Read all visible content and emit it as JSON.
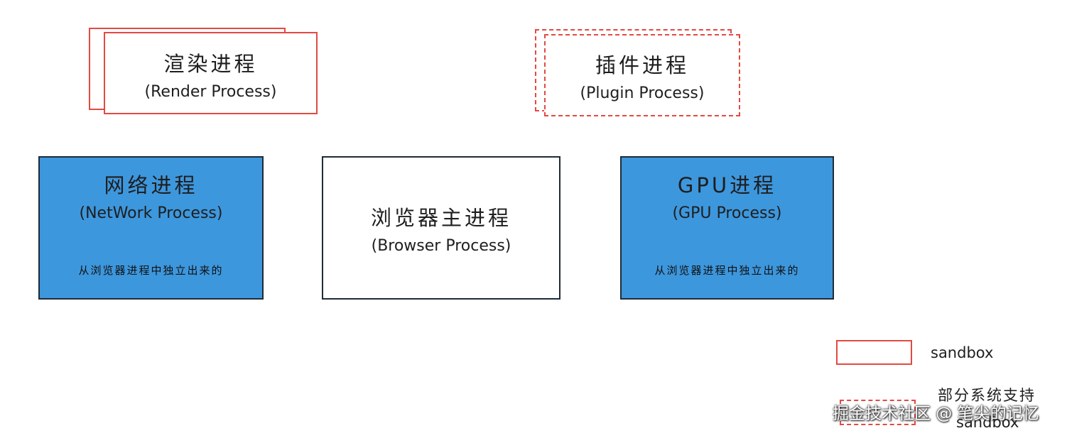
{
  "render_process": {
    "title": "渲染进程",
    "subtitle": "(Render Process)"
  },
  "plugin_process": {
    "title": "插件进程",
    "subtitle": "(Plugin Process)"
  },
  "network_process": {
    "title": "网络进程",
    "subtitle": "(NetWork Process)",
    "note": "从浏览器进程中独立出来的"
  },
  "browser_process": {
    "title": "浏览器主进程",
    "subtitle": "(Browser Process)"
  },
  "gpu_process": {
    "title": "GPU进程",
    "subtitle": "(GPU Process)",
    "note": "从浏览器进程中独立出来的"
  },
  "legend": {
    "solid_label": "sandbox",
    "dashed_label_line1": "部分系统支持",
    "dashed_label_line2": "sandbox"
  },
  "watermark": "掘金技术社区 @ 笔尖的记忆",
  "colors": {
    "sandbox_border": "#e24a43",
    "independent_fill": "#3d97dd",
    "box_border": "#1f2b36"
  }
}
